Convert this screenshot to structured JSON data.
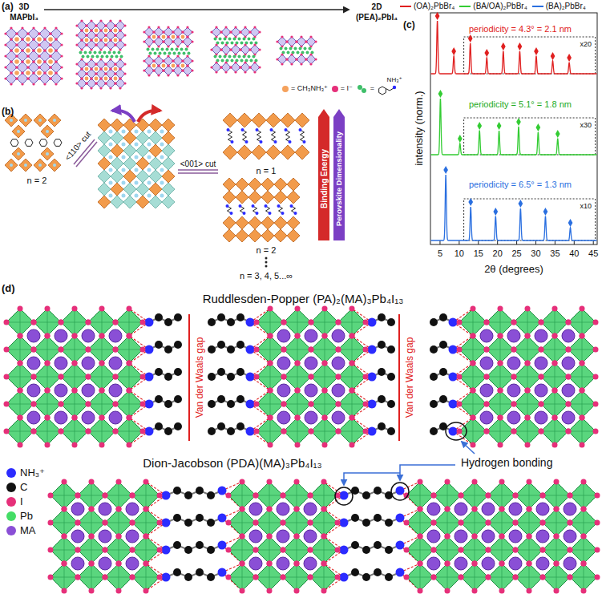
{
  "diagram": {
    "labels": [
      "(a)",
      "3D",
      "MAPbI₃",
      "2D",
      "(PEA)₂PbI₄",
      "NH₃⁺",
      "(b)",
      "n = 2",
      "<110> cut",
      "<001> cut",
      "n = 1",
      "n = 2",
      "n = 3, 4, 5...∞",
      "Binding Energy",
      "Perovskite Dimensionality",
      "(c)",
      "periodicity = 4.3° = 2.1 nm",
      "x20",
      "periodicity = 5.1° = 1.8 nm",
      "x30",
      "periodicity = 6.5° = 1.3 nm",
      "x10",
      "intensity (norm.)",
      "2θ (degrees)",
      "5",
      "10",
      "15",
      "20",
      "25",
      "30",
      "35",
      "40",
      "45",
      "(d)",
      "Ruddlesden-Popper (PA)₂(MA)₃Pb₄I₁₃",
      "Van der Waals gap",
      "Van der Waals gap",
      "Dion-Jacobson (PDA)(MA)₃Pb₄I₁₃",
      "Hydrogen bonding"
    ],
    "legend": [
      {
        "text": "= CH₃NH₃⁺",
        "color": "#f5a25d"
      },
      {
        "text": "= I⁻",
        "color": "#e6307a"
      },
      {
        "text": "="
      },
      {
        "text": "(OA)₂PbBr₄"
      },
      {
        "text": "(BA/OA)₂PbBr₄"
      },
      {
        "text": "(BA)₂PbBr₄"
      },
      {
        "text": "NH₃⁺",
        "color": "#2b2bff"
      },
      {
        "text": "C",
        "color": "#111111"
      },
      {
        "text": "I",
        "color": "#e6307a"
      },
      {
        "text": "Pb",
        "color": "#44dd66"
      },
      {
        "text": "MA",
        "color": "#8a4fd6"
      }
    ]
  }
}
